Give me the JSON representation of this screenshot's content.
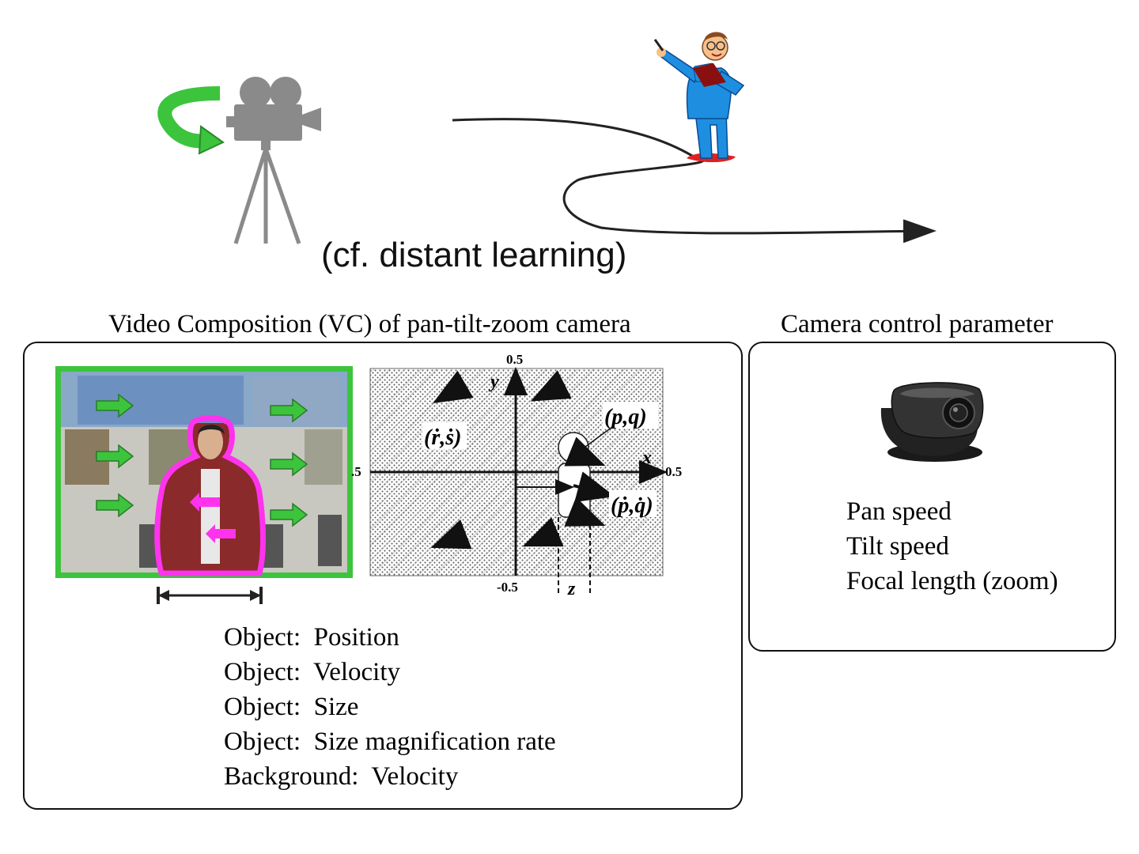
{
  "caption": "(cf. distant learning)",
  "vc_panel": {
    "title": "Video Composition (VC) of pan-tilt-zoom camera",
    "features": [
      {
        "group": "Object:",
        "feature": "Position"
      },
      {
        "group": "Object:",
        "feature": "Velocity"
      },
      {
        "group": "Object:",
        "feature": "Size"
      },
      {
        "group": "Object:",
        "feature": "Size magnification rate"
      },
      {
        "group": "Background:",
        "feature": "Velocity"
      }
    ],
    "plot": {
      "y_top": "0.5",
      "y_bottom": "-0.5",
      "x_right": "0.5",
      "x_left": ".5",
      "y_axis": "y",
      "x_axis": "x",
      "pos_label": "(p,q)",
      "vel_label": "(ṗ,q̇)",
      "bg_label": "(ṙ,ṡ)",
      "size_label": "z"
    }
  },
  "camera_panel": {
    "title": "Camera control parameter",
    "params": [
      "Pan speed",
      "Tilt speed",
      "Focal length (zoom)"
    ]
  },
  "colors": {
    "green_arrow": "#3cc43c",
    "magenta_outline": "#ff33ee",
    "camera_gray": "#8a8a8a",
    "lecturer_blue": "#1e8fe0"
  }
}
